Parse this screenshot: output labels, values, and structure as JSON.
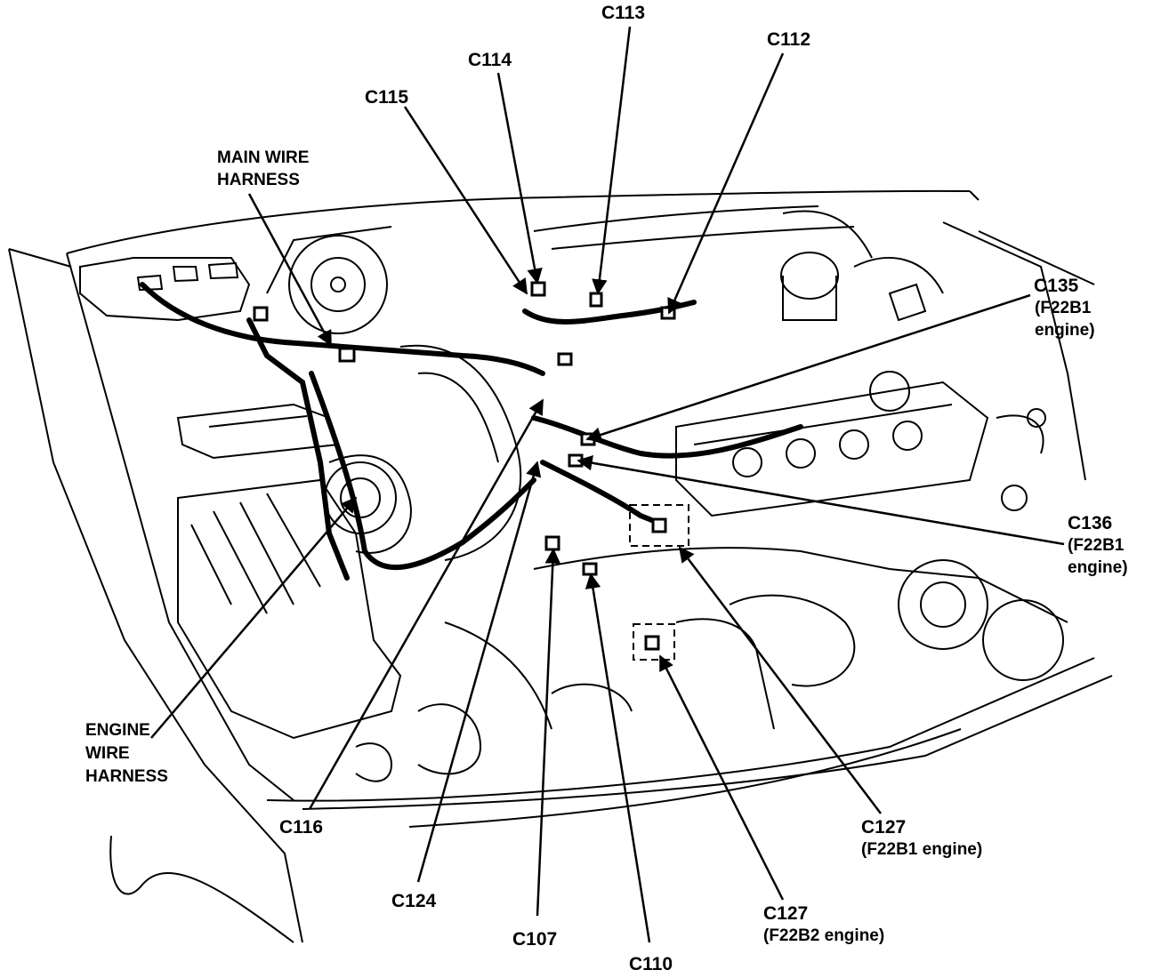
{
  "labels": {
    "c113": "C113",
    "c112": "C112",
    "c114": "C114",
    "c115": "C115",
    "main_harness_1": "MAIN WIRE",
    "main_harness_2": "HARNESS",
    "c135": "C135",
    "c135_note_1": "(F22B1",
    "c135_note_2": "engine)",
    "c136": "C136",
    "c136_note_1": "(F22B1",
    "c136_note_2": "engine)",
    "engine_harness_1": "ENGINE",
    "engine_harness_2": "WIRE",
    "engine_harness_3": "HARNESS",
    "c116": "C116",
    "c124": "C124",
    "c107": "C107",
    "c110": "C110",
    "c127_b1": "C127",
    "c127_b1_note": "(F22B1 engine)",
    "c127_b2": "C127",
    "c127_b2_note": "(F22B2 engine)"
  },
  "colors": {
    "ink": "#000000",
    "paper": "#ffffff"
  }
}
